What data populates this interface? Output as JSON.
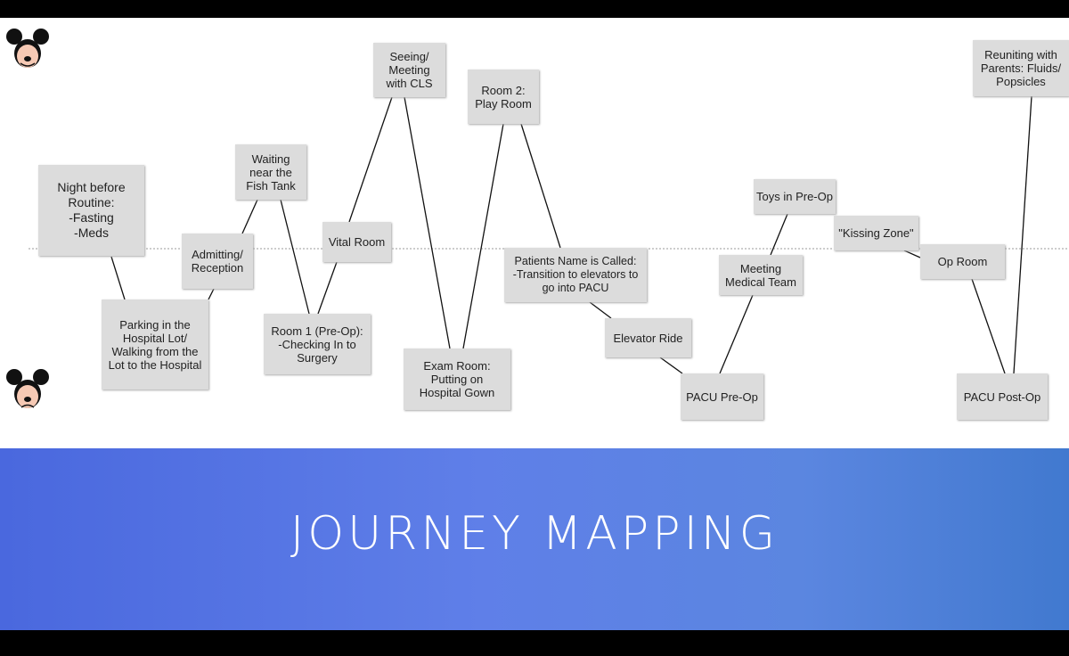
{
  "steps": [
    "Night before\nRoutine:\n-Fasting\n-Meds",
    "Parking in the\nHospital Lot/\nWalking from the\nLot to the Hospital",
    "Admitting/\nReception",
    "Waiting\nnear the\nFish Tank",
    "Room 1 (Pre-Op):\n-Checking In to\nSurgery",
    "Vital Room",
    "Seeing/\nMeeting\nwith CLS",
    "Exam Room:\nPutting on\nHospital Gown",
    "Room 2:\nPlay Room",
    "Patients Name is Called:\n-Transition to elevators to\ngo into PACU",
    "Elevator Ride",
    "PACU Pre-Op",
    "Meeting\nMedical Team",
    "Toys in Pre-Op",
    "\"Kissing Zone\"",
    "Op Room",
    "PACU Post-Op",
    "Reuniting with\nParents: Fluids/\nPopsicles"
  ],
  "banner": {
    "title": "JOURNEY MAPPING"
  },
  "colors": {
    "banner": "#5a78e4",
    "box": "#dcdcdc",
    "axis": "#3ac8e0"
  }
}
